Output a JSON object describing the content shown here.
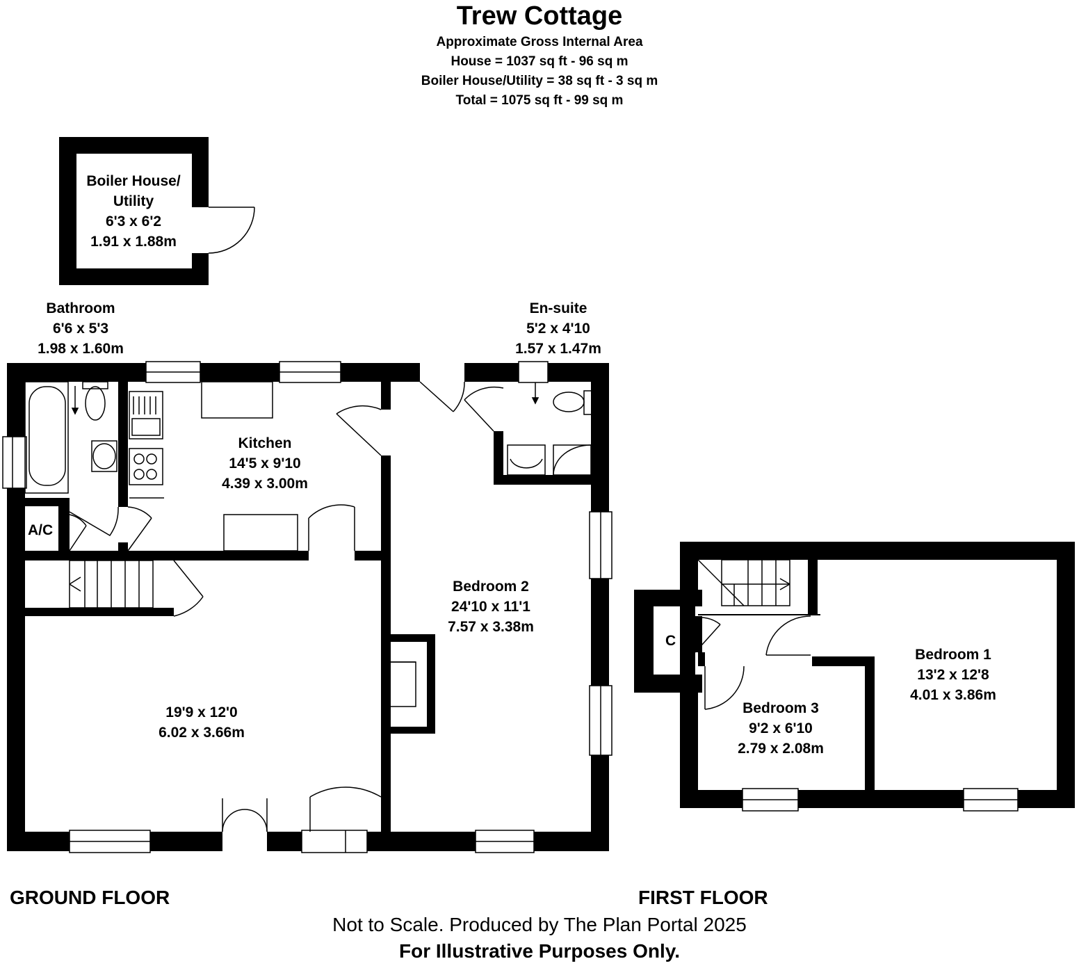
{
  "header": {
    "title": "Trew Cottage",
    "subtitle": "Approximate Gross Internal Area",
    "house_area": "House = 1037 sq ft - 96 sq m",
    "boiler_area": "Boiler  House/Utility = 38 sq ft - 3 sq m",
    "total_area": "Total = 1075 sq ft - 99 sq m"
  },
  "rooms": {
    "boiler": {
      "name": "Boiler House/",
      "name2": "Utility",
      "imperial": "6'3 x 6'2",
      "metric": "1.91 x 1.88m"
    },
    "bathroom": {
      "name": "Bathroom",
      "imperial": "6'6 x 5'3",
      "metric": "1.98 x 1.60m"
    },
    "kitchen": {
      "name": "Kitchen",
      "imperial": "14'5 x 9'10",
      "metric": "4.39 x 3.00m"
    },
    "ensuite": {
      "name": "En-suite",
      "imperial": "5'2 x 4'10",
      "metric": "1.57 x 1.47m"
    },
    "bedroom2": {
      "name": "Bedroom 2",
      "imperial": "24'10 x 11'1",
      "metric": "7.57 x 3.38m"
    },
    "living": {
      "imperial": "19'9 x 12'0",
      "metric": "6.02 x 3.66m"
    },
    "bedroom1": {
      "name": "Bedroom 1",
      "imperial": "13'2 x 12'8",
      "metric": "4.01 x 3.86m"
    },
    "bedroom3": {
      "name": "Bedroom 3",
      "imperial": "9'2 x 6'10",
      "metric": "2.79 x 2.08m"
    },
    "ac": "A/C",
    "cupboard": "C"
  },
  "floors": {
    "ground": "GROUND FLOOR",
    "first": "FIRST FLOOR"
  },
  "footer": {
    "line1": "Not to Scale. Produced by The Plan Portal 2025",
    "line2": "For Illustrative Purposes Only."
  }
}
